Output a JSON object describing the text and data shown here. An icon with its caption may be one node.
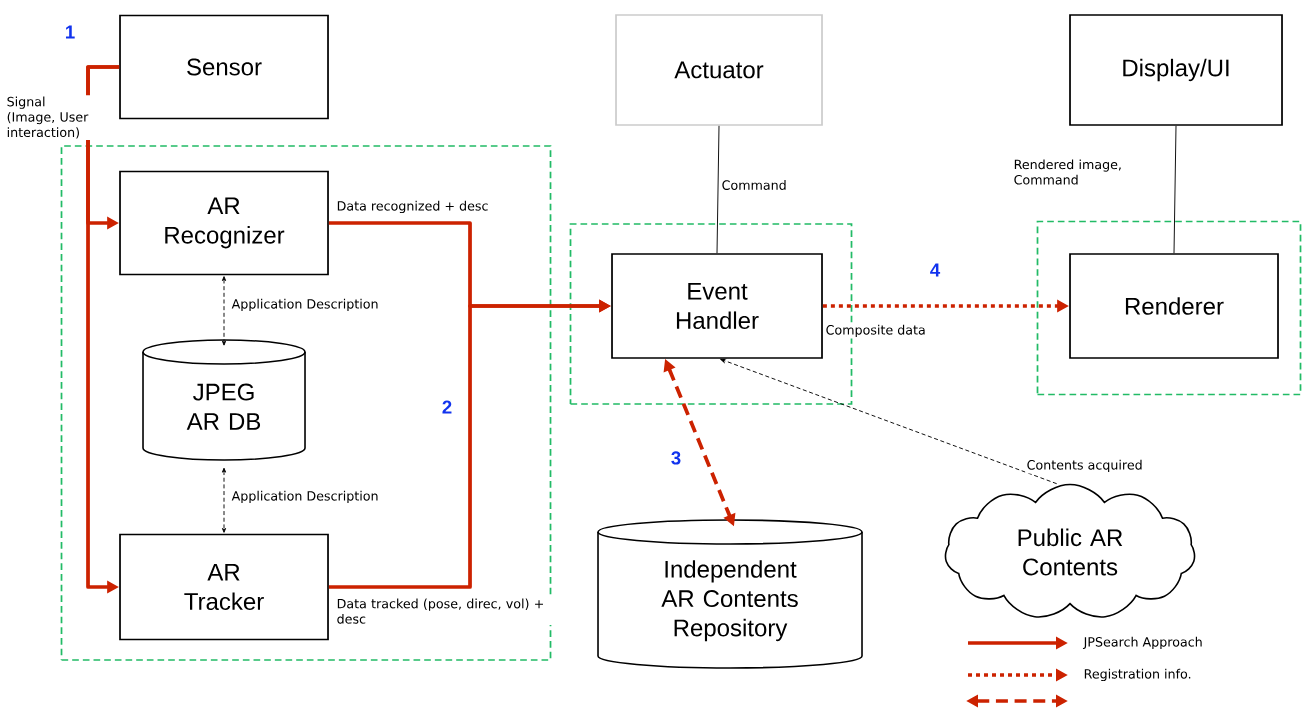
{
  "diagram": {
    "nodes": [
      {
        "text": [
          "Sensor"
        ]
      },
      {
        "text": [
          "Actuator"
        ]
      },
      {
        "text": [
          "Display/UI"
        ]
      },
      {
        "text": [],
        "shape": "box"
      },
      {
        "text": [
          "AR Recognizer"
        ],
        "in": 3
      },
      {
        "text": [
          "JPEG AR DB"
        ],
        "in": 3
      },
      {
        "text": [
          "AR Tracker"
        ],
        "in": 3
      },
      {
        "text": [],
        "shape": "box"
      },
      {
        "text": [
          "Event Handler"
        ],
        "in": 7
      },
      {
        "text": [],
        "shape": "box"
      },
      {
        "text": [
          "Renderer"
        ],
        "in": 9
      },
      {
        "text": [
          "Independent AR Contents Repository"
        ]
      },
      {
        "text": [
          "Public AR Contents"
        ]
      }
    ],
    "edges": [
      {
        "from": 0,
        "to": 4,
        "arrow": "to",
        "label": "Signal (Image, User interaction)"
      },
      {
        "from": 0,
        "to": 6,
        "arrow": "to"
      },
      {
        "from": 4,
        "to": 8,
        "arrow": "to",
        "label": "Data recognized + desc"
      },
      {
        "from": 6,
        "to": 8,
        "arrow": "to",
        "label": "Data tracked (pose, direc, vol) + desc"
      },
      {
        "from": 4,
        "to": 5,
        "arrow": "both",
        "style": "dashed",
        "color": "#000000",
        "label": "Application Description"
      },
      {
        "from": 5,
        "to": 6,
        "arrow": "both",
        "style": "dashed",
        "color": "#000000",
        "label": "Application Description"
      },
      {
        "from": 8,
        "to": 1,
        "arrow": "none",
        "color": "#000000",
        "label": "Command"
      },
      {
        "from": 10,
        "to": 2,
        "arrow": "none",
        "color": "#000000",
        "label": "Rendered image, Command"
      },
      {
        "from": 8,
        "to": 10,
        "arrow": "to",
        "style": "dashed",
        "label": "Composite data"
      },
      {
        "from": 8,
        "to": 11,
        "arrow": "both",
        "style": "dashed"
      },
      {
        "from": 12,
        "to": 8,
        "arrow": "to",
        "style": "dashed",
        "color": "#000000",
        "label": "Contents acquired"
      }
    ],
    "labels": [
      "1",
      "2",
      "3",
      "4"
    ],
    "legend": [
      {
        "text": "JPSearch Approach"
      },
      {
        "text": "Registration info."
      }
    ]
  }
}
